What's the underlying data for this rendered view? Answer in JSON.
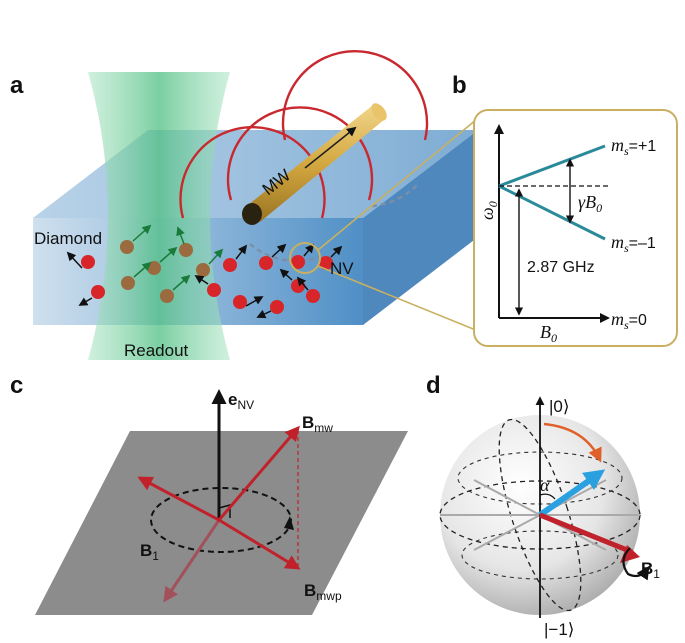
{
  "panels": {
    "a": {
      "label": "a",
      "diamond": "Diamond",
      "mw": "MW",
      "nv": "NV",
      "readout": "Readout"
    },
    "b": {
      "label": "b",
      "yaxis_main": "ω",
      "yaxis_sub": "0",
      "ms_plus_main": "m",
      "ms_plus_sub": "s",
      "ms_plus_val": "=+1",
      "ms_minus_main": "m",
      "ms_minus_sub": "s",
      "ms_minus_val": "=–1",
      "ms_zero_main": "m",
      "ms_zero_sub": "s",
      "ms_zero_val": "=0",
      "gamma_main": "γB",
      "gamma_sub": "0",
      "freq": "2.87 GHz",
      "xaxis_main": "B",
      "xaxis_sub": "0"
    },
    "c": {
      "label": "c",
      "e_main": "e",
      "e_sub": "NV",
      "bmw_main": "B",
      "bmw_sub": "mw",
      "b1_main": "B",
      "b1_sub": "1",
      "bmwp_main": "B",
      "bmwp_sub": "mwp"
    },
    "d": {
      "label": "d",
      "ket0": "|0⟩",
      "ketm1": "|−1⟩",
      "alpha": "α",
      "b1_main": "B",
      "b1_sub": "1"
    }
  },
  "colors": {
    "diamond_top": "#8fb4d4",
    "diamond_front": "#5a95c8",
    "laser": "#7fd3a2",
    "mw_wire": "#d4a840",
    "field_loop": "#c8282e",
    "nv_red": "#d7252a",
    "nv_brown": "#9b6a3f",
    "nv_arrow": "#1a7a3a",
    "level_line": "#2a8a9a",
    "inset_border": "#c8b060",
    "plane_gray": "#8c8c8c",
    "field_red": "#c0212a",
    "bloch_blue": "#2aa0e0",
    "bloch_orange": "#e0602a"
  }
}
